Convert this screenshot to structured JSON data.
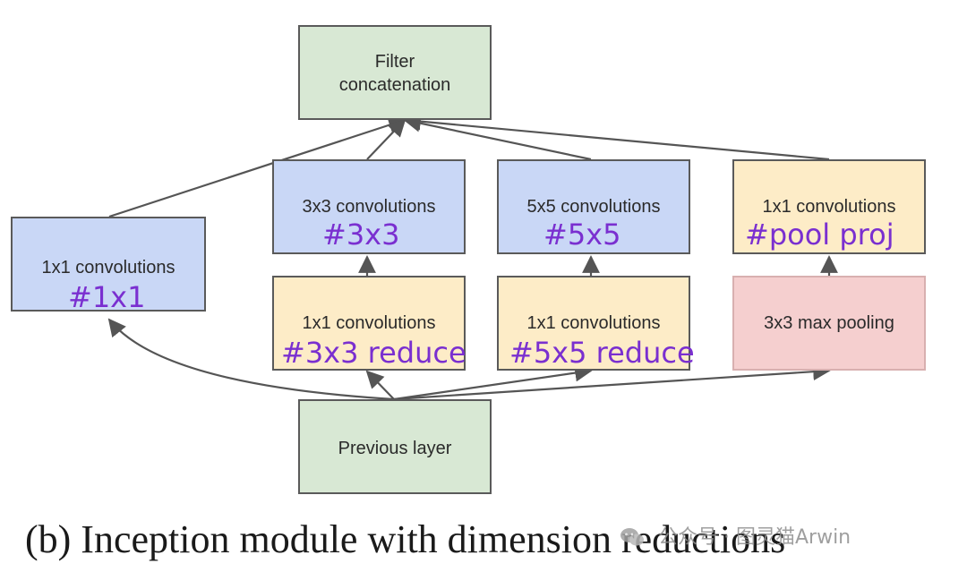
{
  "diagram": {
    "nodes": {
      "filter_concat": {
        "lines": [
          "Filter",
          "concatenation"
        ]
      },
      "conv1x1": {
        "label": "1x1 convolutions",
        "tag": "#1x1"
      },
      "conv3x3": {
        "label": "3x3 convolutions",
        "tag": "#3x3"
      },
      "conv5x5": {
        "label": "5x5 convolutions",
        "tag": "#5x5"
      },
      "pool_proj": {
        "label": "1x1 convolutions",
        "tag": "#pool proj"
      },
      "reduce3x3": {
        "label": "1x1 convolutions",
        "tag": "#3x3 reduce"
      },
      "reduce5x5": {
        "label": "1x1 convolutions",
        "tag": "#5x5 reduce"
      },
      "maxpool": {
        "label": "3x3 max pooling"
      },
      "previous_layer": {
        "label": "Previous layer"
      }
    },
    "edges": [
      [
        "previous_layer",
        "conv1x1"
      ],
      [
        "previous_layer",
        "reduce3x3"
      ],
      [
        "previous_layer",
        "reduce5x5"
      ],
      [
        "previous_layer",
        "maxpool"
      ],
      [
        "reduce3x3",
        "conv3x3"
      ],
      [
        "reduce5x5",
        "conv5x5"
      ],
      [
        "maxpool",
        "pool_proj"
      ],
      [
        "conv1x1",
        "filter_concat"
      ],
      [
        "conv3x3",
        "filter_concat"
      ],
      [
        "conv5x5",
        "filter_concat"
      ],
      [
        "pool_proj",
        "filter_concat"
      ]
    ],
    "colors": {
      "data_layer": "#d8e8d4",
      "convolution": "#c9d7f6",
      "reduction": "#fdecc7",
      "pooling": "#f5cfcf",
      "annotation": "#7a2fd0",
      "edge": "#555555"
    }
  },
  "caption": "(b) Inception module with dimension reductions",
  "watermark": {
    "text": "公众号 · 图灵猫Arwin",
    "icon": "wechat-icon"
  }
}
